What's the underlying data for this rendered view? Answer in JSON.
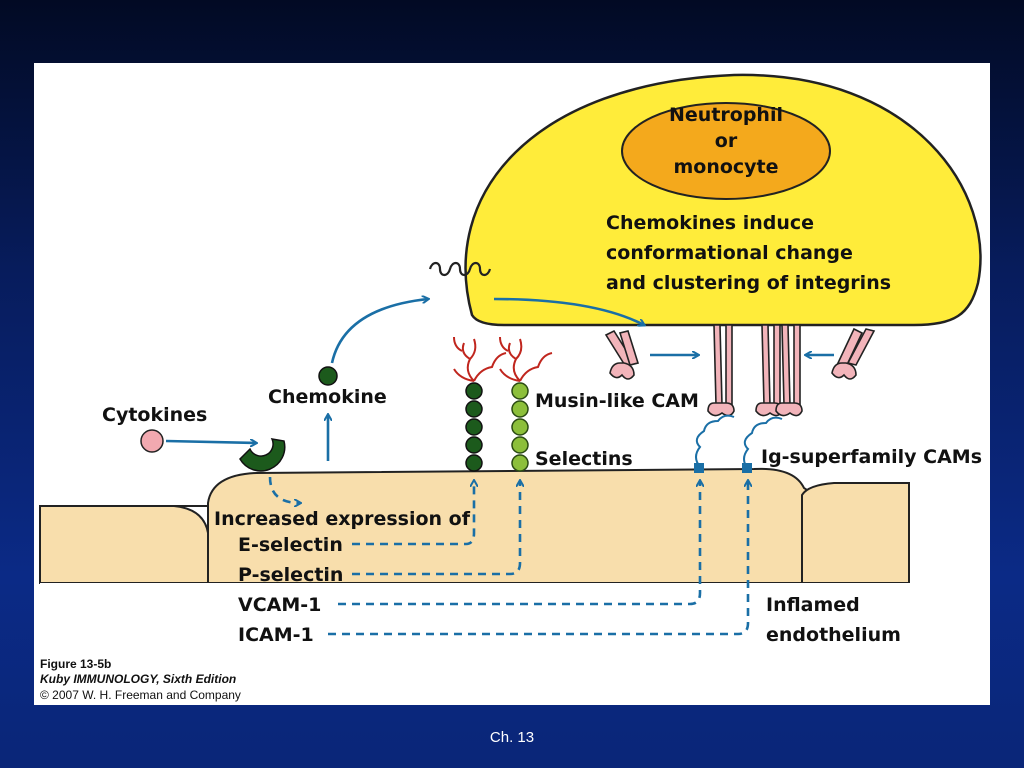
{
  "figure": {
    "cell_label": [
      "Neutrophil",
      "or",
      "monocyte"
    ],
    "chemokine_effect": [
      "Chemokines induce",
      "conformational change",
      "and clustering of integrins"
    ],
    "cytokines_label": "Cytokines",
    "chemokine_label": "Chemokine",
    "mucin_label": "Musin-like CAM",
    "selectins_label": "Selectins",
    "ig_cams_label": "Ig-superfamily CAMs",
    "expression_heading": "Increased expression of",
    "expressed_molecules": [
      "E-selectin",
      "P-selectin",
      "VCAM-1",
      "ICAM-1"
    ],
    "endothelium_label": [
      "Inflamed",
      "endothelium"
    ],
    "colors": {
      "cell": "#ffec3a",
      "nucleus": "#f4a91c",
      "endothelium": "#f8deac",
      "arrow": "#1a6fa6",
      "selectin_dark": "#1c5a1c",
      "selectin_light": "#8cbf3a",
      "carbohydrate": "#c0261e",
      "integrin": "#f2b4ba",
      "cytokine": "#f2a9b0"
    }
  },
  "caption": {
    "figure_number": "Figure 13-5b",
    "book": "Kuby IMMUNOLOGY, Sixth Edition",
    "copyright": "© 2007 W. H. Freeman and Company"
  },
  "footer": {
    "chapter": "Ch. 13"
  }
}
